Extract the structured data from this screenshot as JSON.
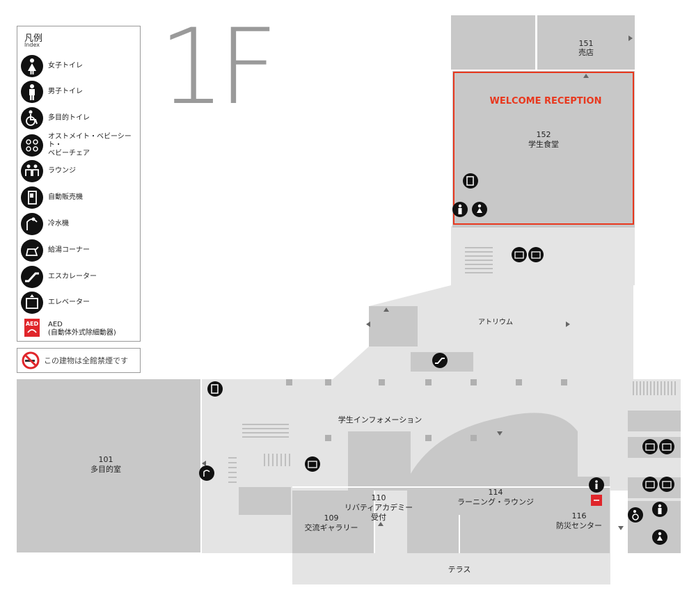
{
  "floor": "1F",
  "legend": {
    "title": "凡例",
    "subtitle": "Index",
    "items": [
      {
        "icon": "female-toilet-icon",
        "label": "女子トイレ"
      },
      {
        "icon": "male-toilet-icon",
        "label": "男子トイレ"
      },
      {
        "icon": "accessible-toilet-icon",
        "label": "多目的トイレ"
      },
      {
        "icon": "ostomate-baby-seat-icon",
        "label": "オストメイト・ベビーシート・\nベビーチェア"
      },
      {
        "icon": "lounge-icon",
        "label": "ラウンジ"
      },
      {
        "icon": "vending-machine-icon",
        "label": "自動販売機"
      },
      {
        "icon": "water-cooler-icon",
        "label": "冷水機"
      },
      {
        "icon": "kettle-corner-icon",
        "label": "給湯コーナー"
      },
      {
        "icon": "escalator-icon",
        "label": "エスカレーター"
      },
      {
        "icon": "elevator-icon",
        "label": "エレベーター"
      },
      {
        "icon": "aed-icon",
        "label": "AED\n(自動体外式除細動器)",
        "badge": "AED"
      }
    ]
  },
  "no_smoking": "この建物は全館禁煙です",
  "highlight": {
    "label": "WELCOME RECEPTION",
    "color": "#e8381e"
  },
  "rooms": {
    "r151": {
      "number": "151",
      "name": "売店"
    },
    "r152": {
      "number": "152",
      "name": "学生食堂"
    },
    "atrium": "アトリウム",
    "info": "学生インフォメーション",
    "r101": {
      "number": "101",
      "name": "多目的室"
    },
    "r114": {
      "number": "114",
      "name": "ラーニング・ラウンジ"
    },
    "r110": {
      "number": "110",
      "name": "リバティアカデミー\n受付"
    },
    "r109": {
      "number": "109",
      "name": "交流ギャラリー"
    },
    "r116": {
      "number": "116",
      "name": "防災センター"
    },
    "terrace": "テラス"
  },
  "colors": {
    "room": "#c8c8c8",
    "corridor": "#e4e4e4",
    "wall": "#ffffff",
    "icon": "#111111",
    "aed": "#e0262b"
  }
}
